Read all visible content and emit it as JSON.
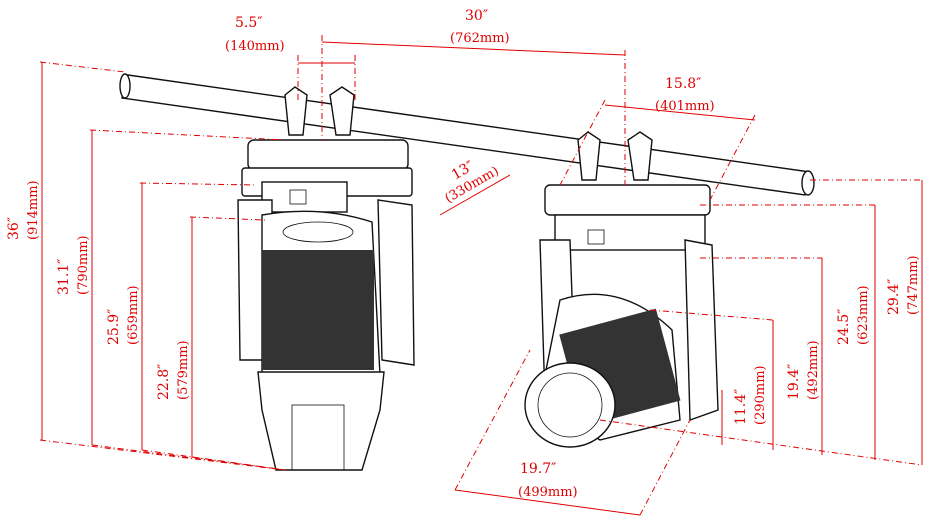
{
  "dimensions": {
    "clamp_width": {
      "in": "5.5″",
      "mm": "(140mm)"
    },
    "clamp_spacing": {
      "in": "30″",
      "mm": "(762mm)"
    },
    "base_width": {
      "in": "15.8″",
      "mm": "(401mm)"
    },
    "base_depth": {
      "in": "13″",
      "mm": "(330mm)"
    },
    "total_height": {
      "in": "36″",
      "mm": "(914mm)"
    },
    "height_below_clamp": {
      "in": "31.1″",
      "mm": "(790mm)"
    },
    "height_below_base": {
      "in": "25.9″",
      "mm": "(659mm)"
    },
    "head_height": {
      "in": "22.8″",
      "mm": "(579mm)"
    },
    "lens_diameter": {
      "in": "19.7″",
      "mm": "(499mm)"
    },
    "lens_axis_height": {
      "in": "11.4″",
      "mm": "(290mm)"
    },
    "tilt_axis_height": {
      "in": "19.4″",
      "mm": "(492mm)"
    },
    "yoke_height": {
      "in": "24.5″",
      "mm": "(623mm)"
    },
    "truss_height": {
      "in": "29.4″",
      "mm": "(747mm)"
    }
  },
  "colors": {
    "dimension": "#e00000",
    "outline": "#111111"
  }
}
